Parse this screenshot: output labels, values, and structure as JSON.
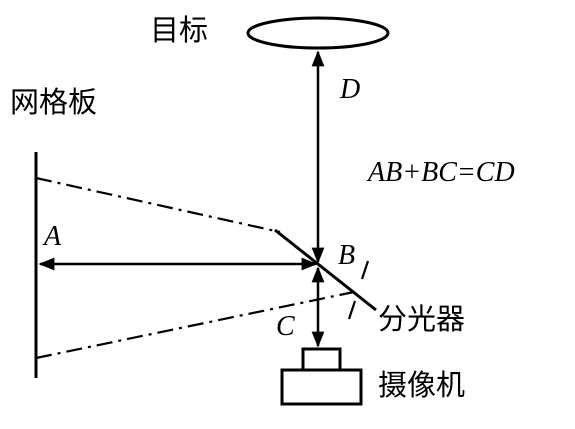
{
  "labels": {
    "target": "目标",
    "reticle": "网格板",
    "beam_splitter": "分光器",
    "camera": "摄像机",
    "point_a": "A",
    "point_b": "B",
    "point_c": "C",
    "point_d": "D",
    "equation": "AB+BC=CD"
  },
  "colors": {
    "ink": "#000000",
    "background": "#ffffff"
  }
}
